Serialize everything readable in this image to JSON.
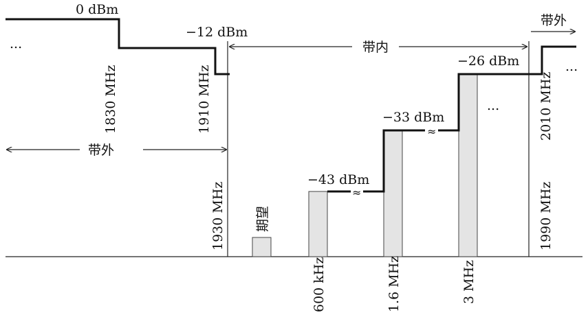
{
  "labels": {
    "level_0": "0 dBm",
    "level_12": "−12 dBm",
    "level_43": "−43 dBm",
    "level_33": "−33 dBm",
    "level_26": "−26 dBm",
    "f_1830": "1830 MHz",
    "f_1910": "1910 MHz",
    "f_1930": "1930 MHz",
    "f_1990": "1990 MHz",
    "f_2010": "2010 MHz",
    "off_600k": "600 kHz",
    "off_1_6M": "1.6 MHz",
    "off_3M": "3 MHz",
    "out_of_band_left": "带外",
    "out_of_band_right": "带外",
    "in_band": "带内",
    "desired": "期望",
    "ellipsis_left": "...",
    "ellipsis_mid": "...",
    "ellipsis_right": "...",
    "break_1": "≈",
    "break_2": "≈"
  }
}
